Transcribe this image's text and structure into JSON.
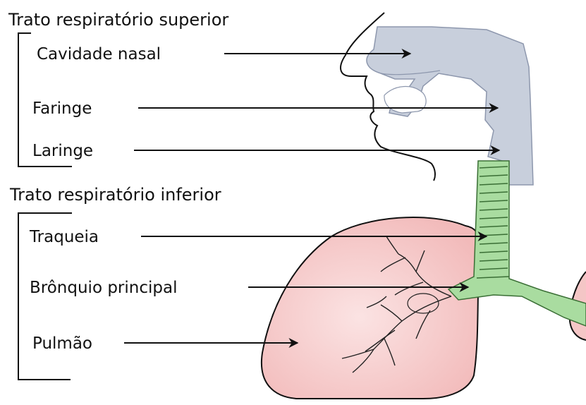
{
  "sections": {
    "upper": "Trato respiratório superior",
    "lower": "Trato respiratório inferior"
  },
  "labels": {
    "nasal": "Cavidade nasal",
    "pharynx": "Faringe",
    "larynx": "Laringe",
    "trachea": "Traqueia",
    "bronchus": "Brônquio principal",
    "lung": "Pulmão"
  },
  "colors": {
    "airway": "#c8cfdc",
    "trachea": "#a9dca0",
    "lung": "#f4c6c6",
    "outline": "#111111"
  }
}
